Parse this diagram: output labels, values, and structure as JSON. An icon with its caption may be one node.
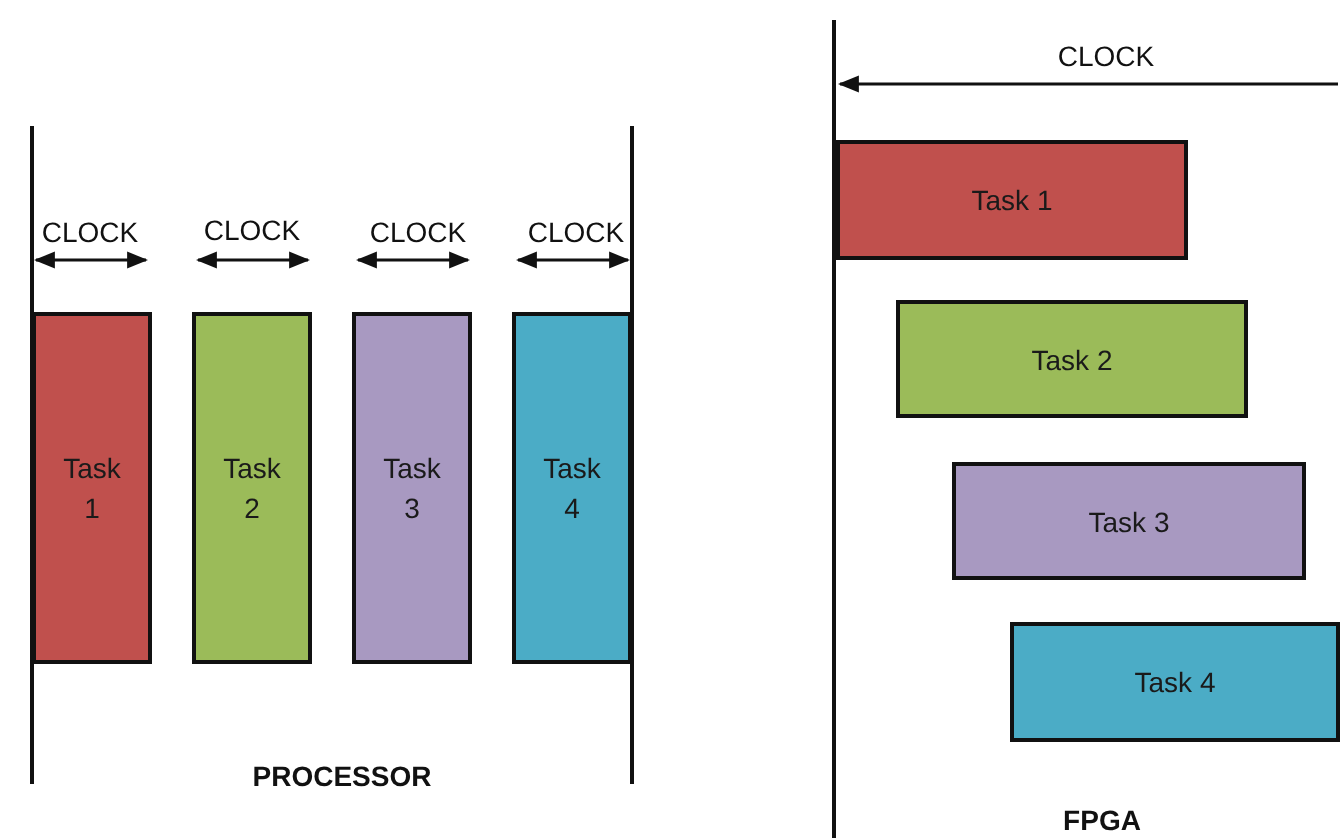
{
  "diagram": {
    "nodes": [
      {
        "text": [
          "Task 1"
        ]
      },
      {
        "text": [
          "Task 2"
        ]
      },
      {
        "text": [
          "Task 3"
        ]
      },
      {
        "text": [
          "Task 4"
        ]
      },
      {
        "text": [
          "Task 1"
        ]
      },
      {
        "text": [
          "Task 2"
        ]
      },
      {
        "text": [
          "Task 3"
        ]
      },
      {
        "text": [
          "Task 4"
        ]
      }
    ],
    "labels": [
      "CLOCK",
      "CLOCK",
      "CLOCK",
      "CLOCK",
      "CLOCK",
      "PROCESSOR",
      "FPGA"
    ]
  }
}
